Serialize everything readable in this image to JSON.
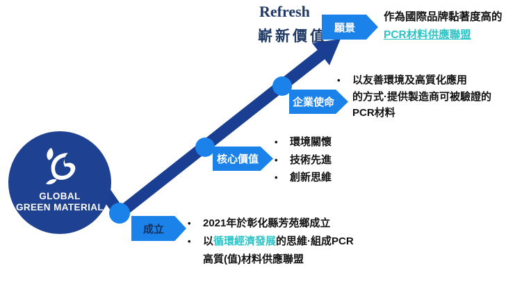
{
  "header": {
    "title_en": "Refresh",
    "title_zh": "嶄新價值"
  },
  "logo": {
    "line1": "GLOBAL",
    "line2": "GREEN MATERIAL"
  },
  "bullet_char": "•",
  "stages": [
    {
      "label": "成立",
      "bullets": [
        {
          "text": "2021年於彰化縣芳苑鄉成立"
        },
        {
          "prefix": "以",
          "highlight": "循環經濟發展",
          "suffix": "的思維·組成PCR",
          "continuation": "高質(值)材料供應聯盟"
        }
      ]
    },
    {
      "label": "核心價值",
      "bullets": [
        {
          "text": "環境關懷"
        },
        {
          "text": "技術先進"
        },
        {
          "text": "創新思維"
        }
      ]
    },
    {
      "label": "企業使命",
      "bullets": [
        {
          "lines": [
            "以友善環境及高質化應用",
            "的方式·提供製造商可被驗證的",
            "PCR材料"
          ]
        }
      ]
    },
    {
      "label": "願景",
      "description": "作為國際品牌黏著度高的",
      "link": "PCR材料供應聯盟"
    }
  ],
  "colors": {
    "navy_arrow": "#1a3f92",
    "navy_circle": "#1e4191",
    "bright_blue": "#1b82ea",
    "teal_accent": "#2bc3c6",
    "title_navy": "#1f3864",
    "text_black": "#111111"
  }
}
